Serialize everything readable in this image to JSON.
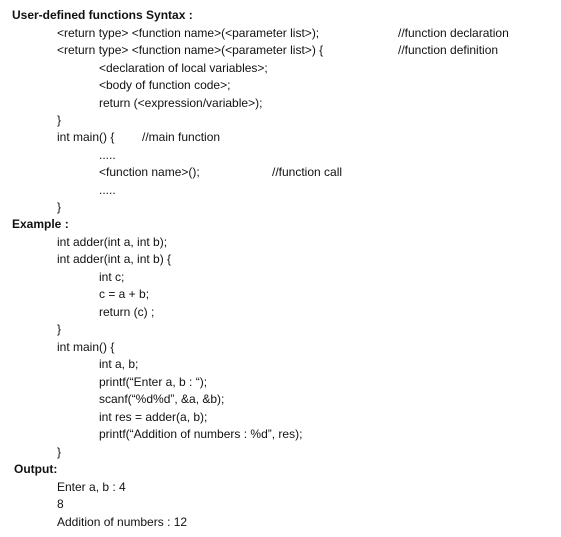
{
  "syntax": {
    "heading": "User-defined functions Syntax :",
    "decl_code": "<return type> <function name>(<parameter list>);",
    "decl_comment": "//function declaration",
    "def_code": "<return type> <function name>(<parameter list>) {",
    "def_comment": "//function definition",
    "local_vars": "<declaration of local variables>;",
    "body": "<body of function code>;",
    "return_stmt": "return (<expression/variable>);",
    "close_brace_1": "}",
    "main_code": "int main() {",
    "main_comment": "//main function",
    "ellipsis_1": ".....",
    "call_code": "<function name>();",
    "call_comment": "//function call",
    "ellipsis_2": ".....",
    "close_brace_2": "}"
  },
  "example": {
    "heading": "Example :",
    "lines": [
      "int adder(int a, int b);",
      "int adder(int a, int b) {",
      "int c;",
      "c = a + b;",
      "return (c) ;",
      "}",
      "int main() {",
      "int a, b;",
      "printf(“Enter a, b : “);",
      "scanf(“%d%d”, &a, &b);",
      "int res = adder(a, b);",
      "printf(“Addition of numbers : %d”, res);",
      "}"
    ]
  },
  "output": {
    "heading": "Output:",
    "lines": [
      "Enter a, b : 4",
      "8",
      "Addition of numbers : 12"
    ]
  }
}
